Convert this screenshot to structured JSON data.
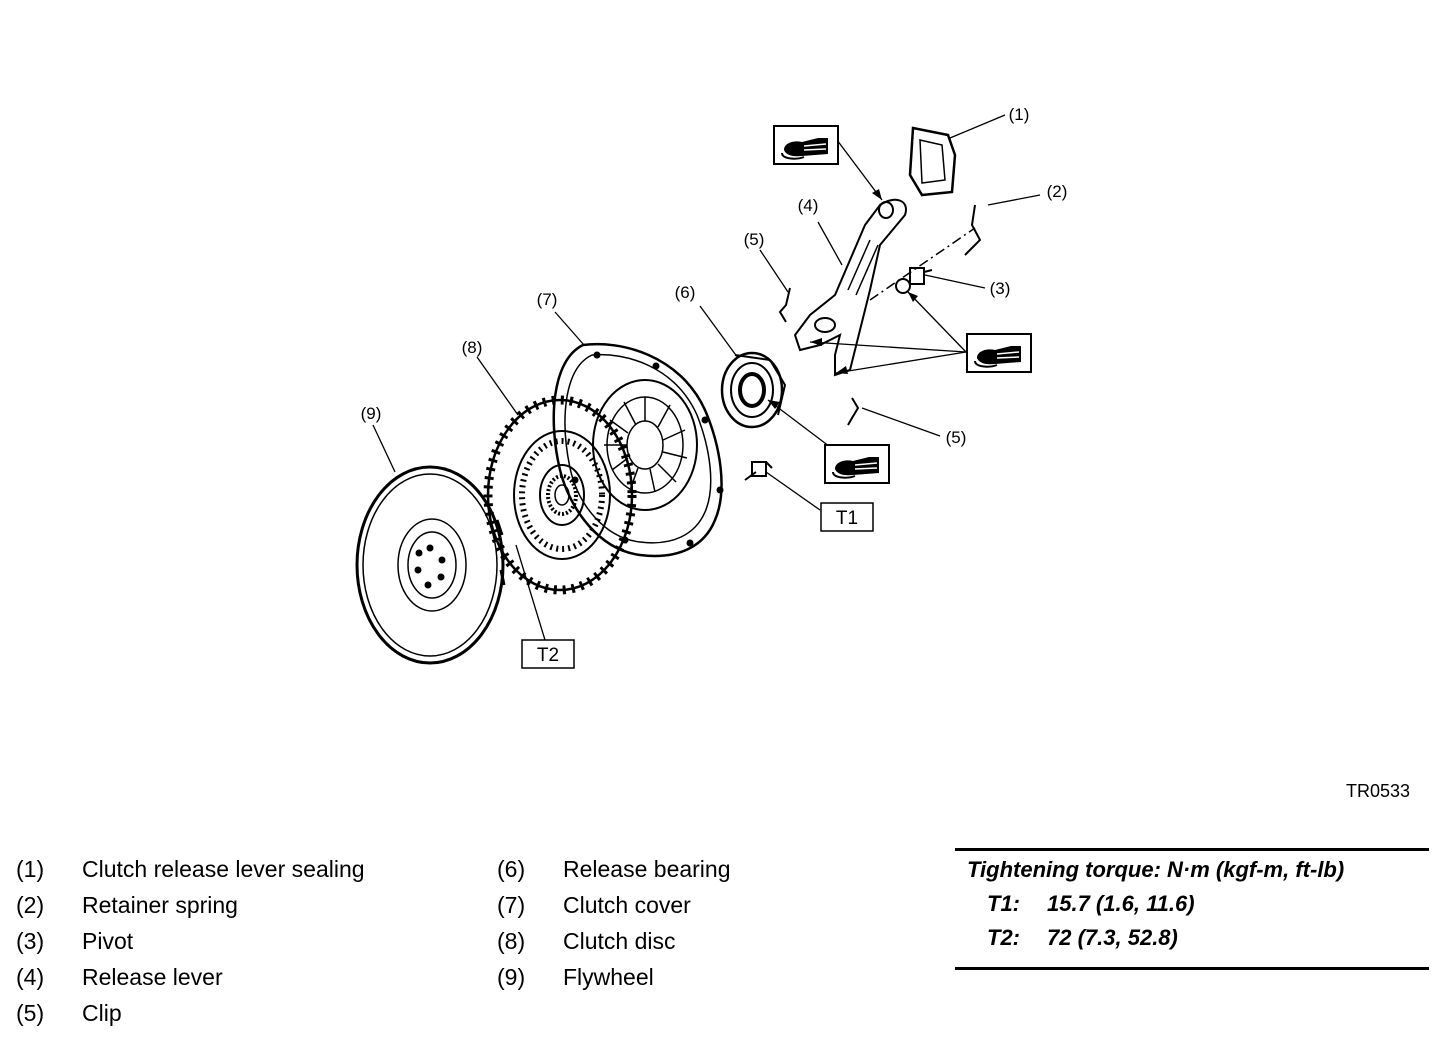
{
  "figure_id": "TR0533",
  "callouts": {
    "c1": "(1)",
    "c2": "(2)",
    "c3": "(3)",
    "c4": "(4)",
    "c5a": "(5)",
    "c5b": "(5)",
    "c6": "(6)",
    "c7": "(7)",
    "c8": "(8)",
    "c9": "(9)"
  },
  "torque_tags": {
    "t1": "T1",
    "t2": "T2"
  },
  "legend": [
    {
      "num": "(1)",
      "label": "Clutch release lever sealing"
    },
    {
      "num": "(2)",
      "label": "Retainer spring"
    },
    {
      "num": "(3)",
      "label": "Pivot"
    },
    {
      "num": "(4)",
      "label": "Release lever"
    },
    {
      "num": "(5)",
      "label": "Clip"
    },
    {
      "num": "(6)",
      "label": "Release bearing"
    },
    {
      "num": "(7)",
      "label": "Clutch cover"
    },
    {
      "num": "(8)",
      "label": "Clutch disc"
    },
    {
      "num": "(9)",
      "label": "Flywheel"
    }
  ],
  "torque": {
    "title": "Tightening torque: N·m (kgf-m, ft-lb)",
    "rows": [
      {
        "key": "T1:",
        "value": "15.7 (1.6, 11.6)"
      },
      {
        "key": "T2:",
        "value": "72 (7.3, 52.8)"
      }
    ]
  },
  "icons": {
    "grease": "grease-application-icon"
  }
}
